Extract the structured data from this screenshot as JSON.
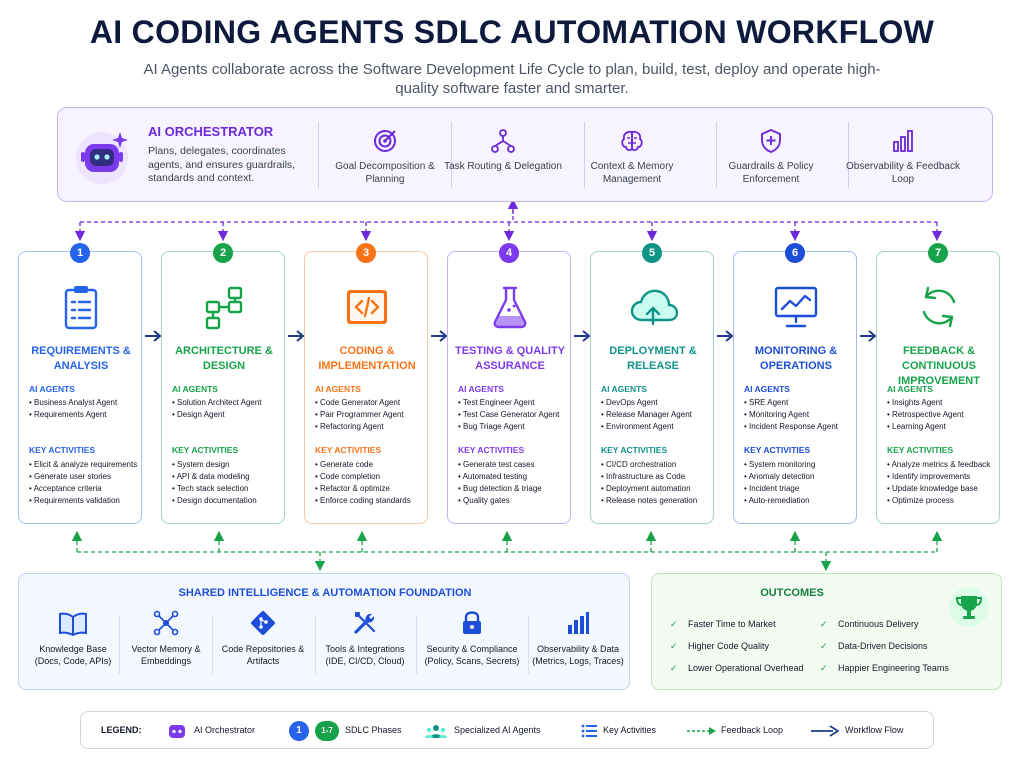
{
  "title": "AI CODING AGENTS SDLC AUTOMATION WORKFLOW",
  "subtitle": "AI Agents collaborate across the Software Development Life Cycle to plan, build, test, deploy and operate high-quality software faster and smarter.",
  "orchestrator": {
    "name": "AI ORCHESTRATOR",
    "description": "Plans, delegates, coordinates agents, and ensures guardrails, standards and context.",
    "features": [
      {
        "label": "Goal Decomposition & Planning",
        "icon": "target-icon"
      },
      {
        "label": "Task Routing & Delegation",
        "icon": "routing-icon"
      },
      {
        "label": "Context & Memory Management",
        "icon": "brain-icon"
      },
      {
        "label": "Guardrails & Policy Enforcement",
        "icon": "shield-icon"
      },
      {
        "label": "Observability & Feedback Loop",
        "icon": "bar-chart-icon"
      }
    ]
  },
  "phases": [
    {
      "number": "1",
      "title": "REQUIREMENTS & ANALYSIS",
      "color": "#2563eb",
      "icon": "clipboard-icon",
      "agents_heading": "AI AGENTS",
      "agents": [
        "Business Analyst Agent",
        "Requirements Agent"
      ],
      "activities_heading": "KEY ACTIVITIES",
      "activities": [
        "Elicit & analyze requirements",
        "Generate user stories",
        "Acceptance criteria",
        "Requirements validation"
      ]
    },
    {
      "number": "2",
      "title": "ARCHITECTURE & DESIGN",
      "color": "#16a34a",
      "icon": "architecture-icon",
      "agents_heading": "AI AGENTS",
      "agents": [
        "Solution Architect Agent",
        "Design Agent"
      ],
      "activities_heading": "KEY ACTIVITIES",
      "activities": [
        "System design",
        "API & data modeling",
        "Tech stack selection",
        "Design documentation"
      ]
    },
    {
      "number": "3",
      "title": "CODING & IMPLEMENTATION",
      "color": "#f97316",
      "icon": "code-icon",
      "agents_heading": "AI AGENTS",
      "agents": [
        "Code Generator Agent",
        "Pair Programmer Agent",
        "Refactoring Agent"
      ],
      "activities_heading": "KEY ACTIVITIES",
      "activities": [
        "Generate code",
        "Code completion",
        "Refactor & optimize",
        "Enforce coding standards"
      ]
    },
    {
      "number": "4",
      "title": "TESTING & QUALITY ASSURANCE",
      "color": "#7c3aed",
      "icon": "flask-icon",
      "agents_heading": "AI AGENTS",
      "agents": [
        "Test Engineer Agent",
        "Test Case Generator Agent",
        "Bug Triage Agent"
      ],
      "activities_heading": "KEY ACTIVITIES",
      "activities": [
        "Generate test cases",
        "Automated testing",
        "Bug detection & triage",
        "Quality gates"
      ]
    },
    {
      "number": "5",
      "title": "DEPLOYMENT & RELEASE",
      "color": "#0f9488",
      "icon": "cloud-upload-icon",
      "agents_heading": "AI AGENTS",
      "agents": [
        "DevOps Agent",
        "Release Manager Agent",
        "Environment Agent"
      ],
      "activities_heading": "KEY ACTIVITIES",
      "activities": [
        "CI/CD orchestration",
        "Infrastructure as Code",
        "Deployment automation",
        "Release notes generation"
      ]
    },
    {
      "number": "6",
      "title": "MONITORING & OPERATIONS",
      "color": "#1d4ed8",
      "icon": "monitor-icon",
      "agents_heading": "AI AGENTS",
      "agents": [
        "SRE Agent",
        "Monitoring Agent",
        "Incident Response Agent"
      ],
      "activities_heading": "KEY ACTIVITIES",
      "activities": [
        "System monitoring",
        "Anomaly detection",
        "Incident triage",
        "Auto-remediation"
      ]
    },
    {
      "number": "7",
      "title": "FEEDBACK & CONTINUOUS IMPROVEMENT",
      "color": "#16a34a",
      "icon": "cycle-icon",
      "agents_heading": "AI AGENTS",
      "agents": [
        "Insights Agent",
        "Retrospective Agent",
        "Learning Agent"
      ],
      "activities_heading": "KEY ACTIVITIES",
      "activities": [
        "Analyze metrics & feedback",
        "Identify improvements",
        "Update knowledge base",
        "Optimize process"
      ]
    }
  ],
  "foundation": {
    "title": "SHARED INTELLIGENCE & AUTOMATION FOUNDATION",
    "items": [
      {
        "label": "Knowledge Base (Docs, Code, APIs)",
        "icon": "book-icon"
      },
      {
        "label": "Vector Memory & Embeddings",
        "icon": "network-icon"
      },
      {
        "label": "Code Repositories & Artifacts",
        "icon": "git-icon"
      },
      {
        "label": "Tools & Integrations (IDE, CI/CD, Cloud)",
        "icon": "tools-icon"
      },
      {
        "label": "Security & Compliance (Policy, Scans, Secrets)",
        "icon": "lock-icon"
      },
      {
        "label": "Observability & Data (Metrics, Logs, Traces)",
        "icon": "bar-chart-icon"
      }
    ]
  },
  "outcomes": {
    "title": "OUTCOMES",
    "items": [
      "Faster Time to Market",
      "Higher Code Quality",
      "Lower Operational Overhead",
      "Continuous Delivery",
      "Data-Driven Decisions",
      "Happier Engineering Teams"
    ]
  },
  "legend": {
    "heading": "LEGEND:",
    "orchestrator": "AI Orchestrator",
    "phase_badge_1": "1",
    "phase_badge_range": "1-7",
    "phases": "SDLC Phases",
    "agents": "Specialized AI Agents",
    "activities": "Key Activities",
    "feedback": "Feedback Loop",
    "flow": "Workflow Flow"
  },
  "colors": {
    "orchestrator": "#6d28d9",
    "foundation": "#1d4ed8",
    "outcomes": "#15803d",
    "feedback_dash": "#16a34a",
    "flow_arrow": "#1e3a8a"
  }
}
